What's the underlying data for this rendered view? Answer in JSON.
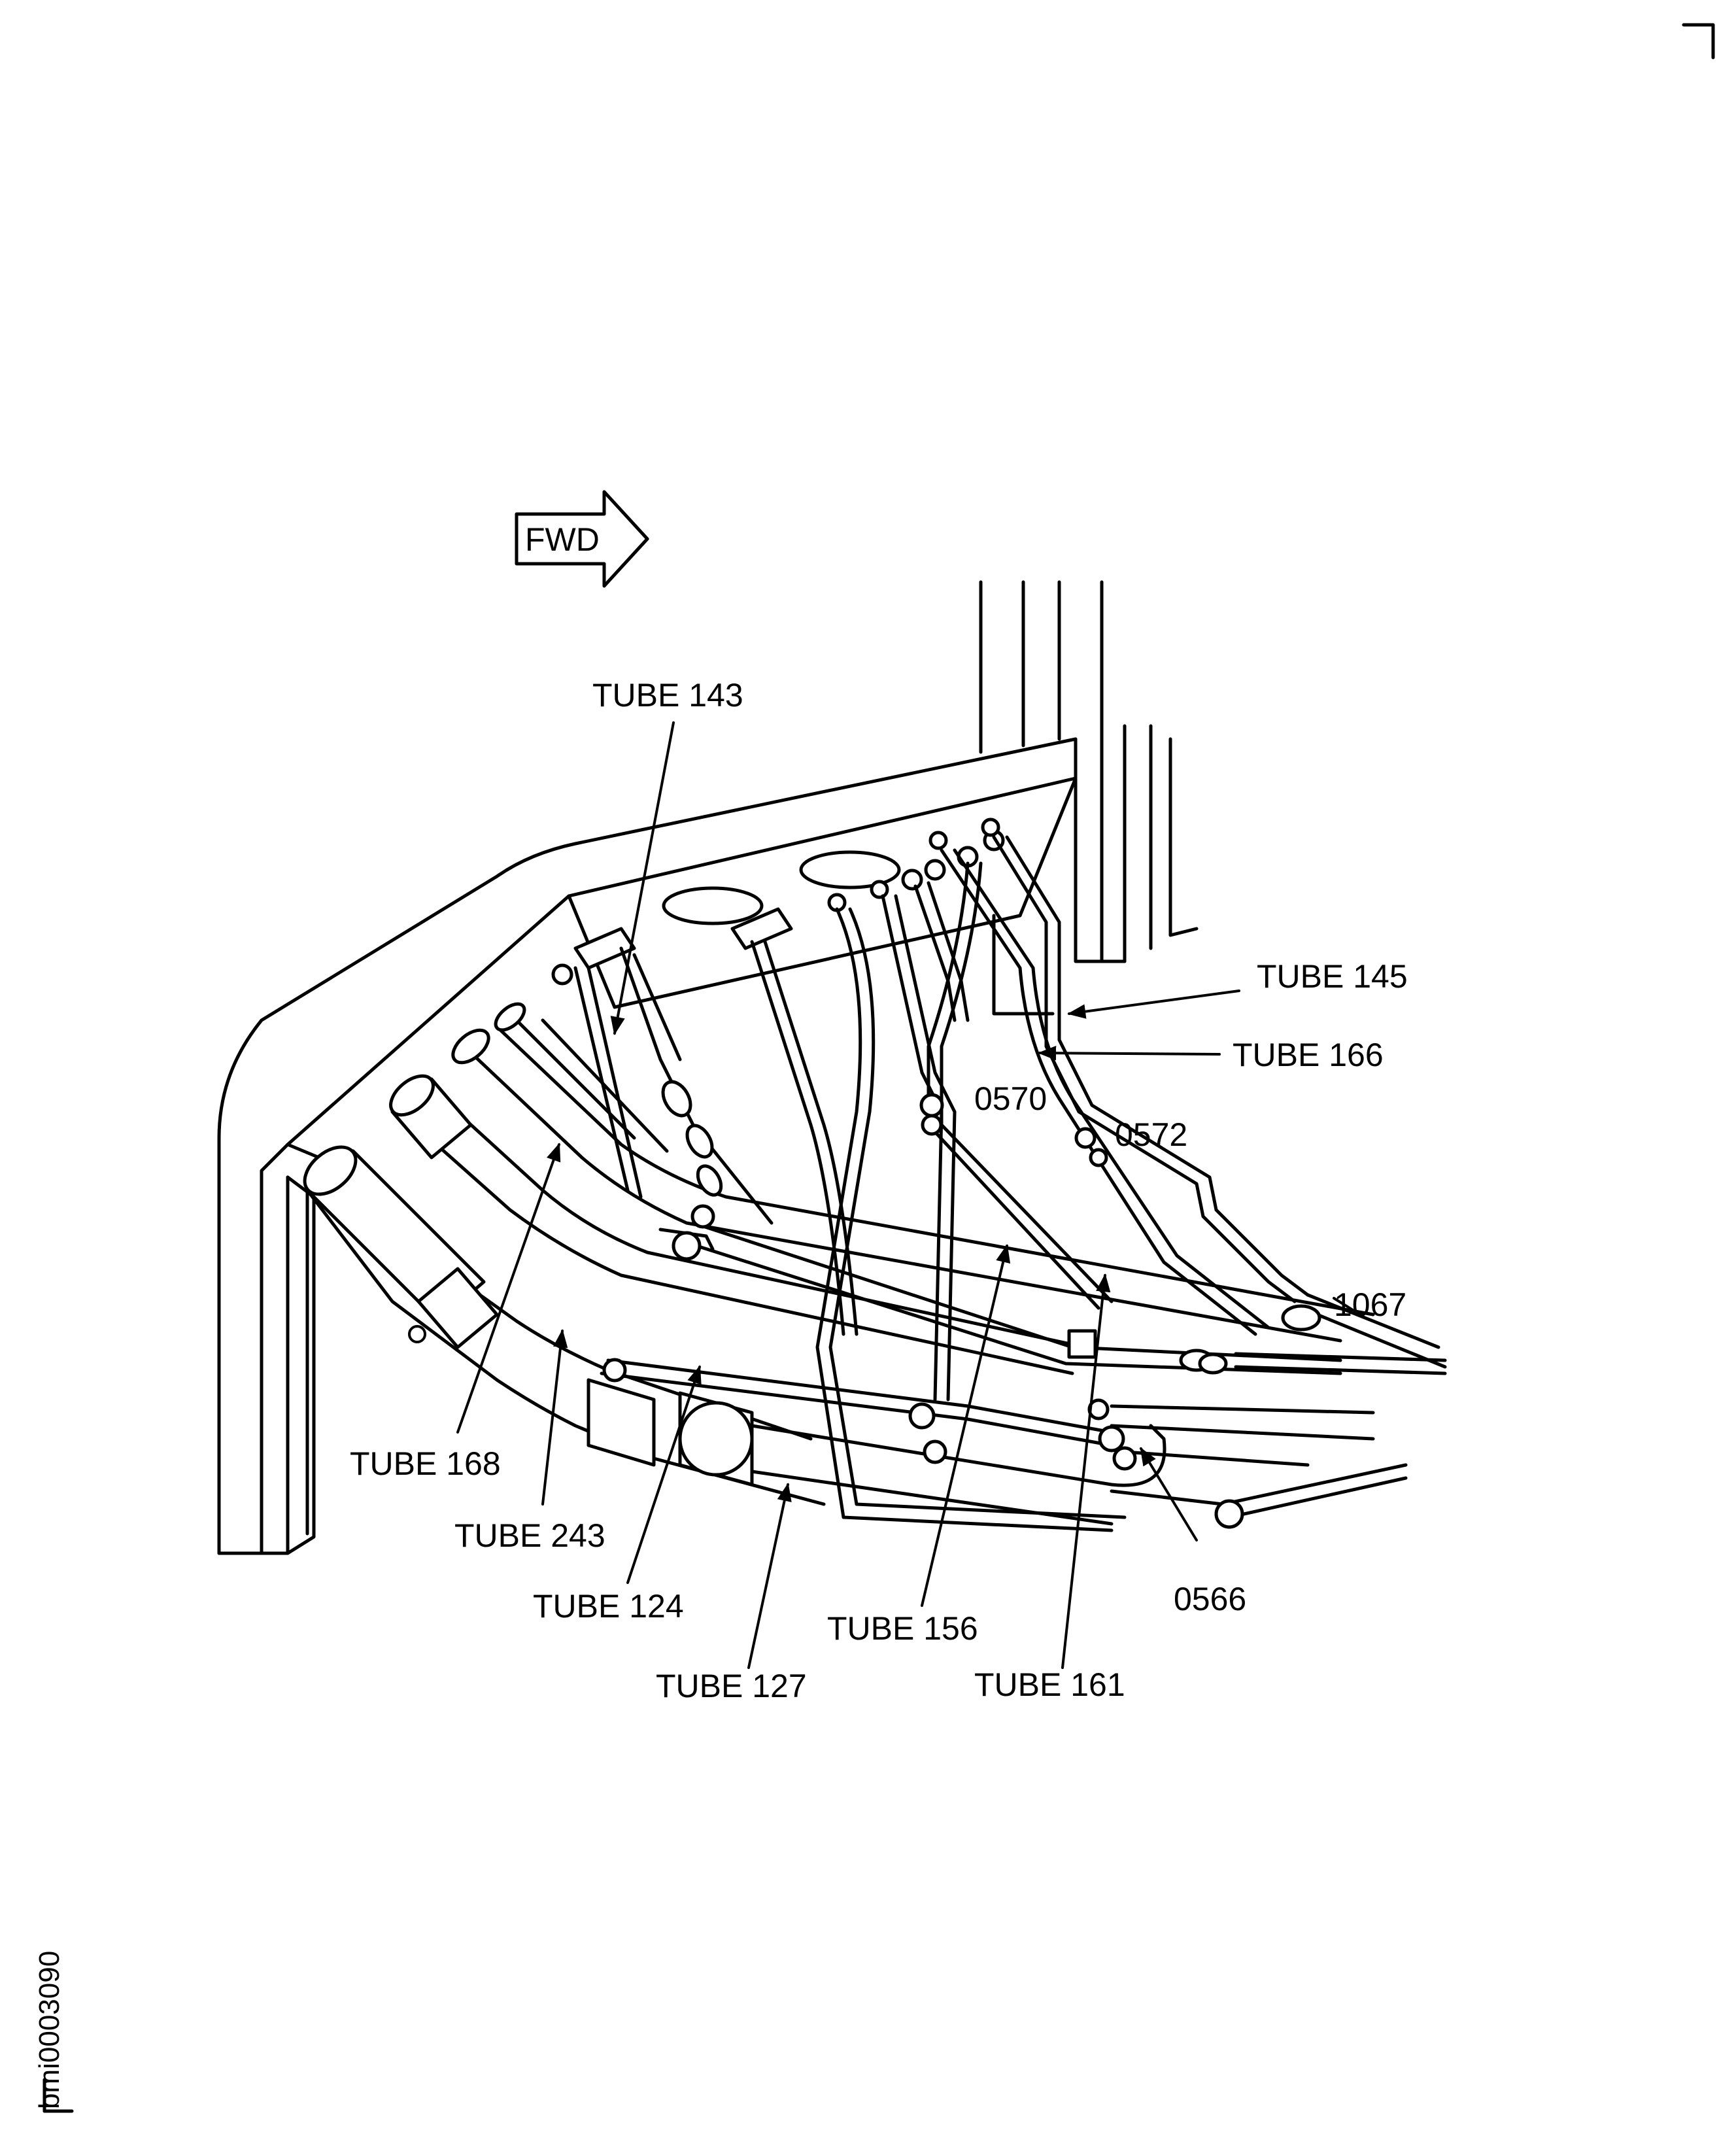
{
  "diagram": {
    "direction_label": "FWD",
    "drawing_id": "bmi0003090",
    "callouts": [
      {
        "id": "tube-143",
        "text": "TUBE 143"
      },
      {
        "id": "tube-145",
        "text": "TUBE 145"
      },
      {
        "id": "tube-166",
        "text": "TUBE 166"
      },
      {
        "id": "ref-0570",
        "text": "0570"
      },
      {
        "id": "ref-0572",
        "text": "0572"
      },
      {
        "id": "ref-1067",
        "text": "1067"
      },
      {
        "id": "tube-168",
        "text": "TUBE 168"
      },
      {
        "id": "tube-243",
        "text": "TUBE 243"
      },
      {
        "id": "tube-124",
        "text": "TUBE 124"
      },
      {
        "id": "tube-127",
        "text": "TUBE 127"
      },
      {
        "id": "tube-156",
        "text": "TUBE 156"
      },
      {
        "id": "tube-161",
        "text": "TUBE 161"
      },
      {
        "id": "ref-0566",
        "text": "0566"
      }
    ]
  }
}
